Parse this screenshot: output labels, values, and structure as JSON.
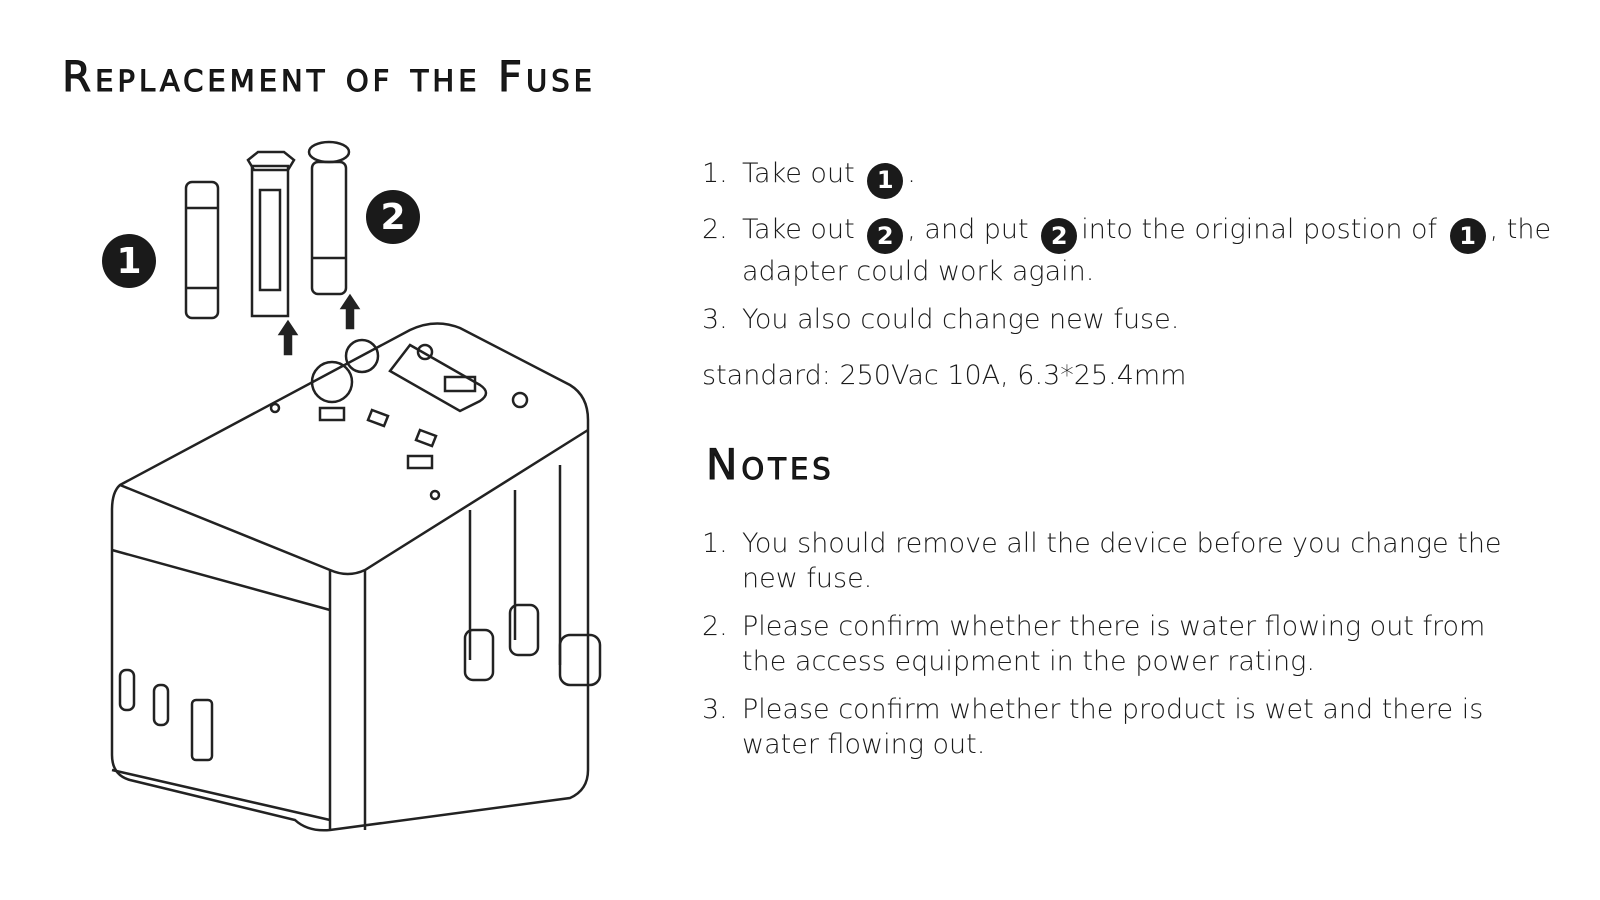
{
  "title": "Replacement of the Fuse",
  "steps": [
    {
      "num": "1.",
      "before": "Take out",
      "badge1": "1",
      "after": "."
    },
    {
      "num": "2.",
      "before": "Take out",
      "badge1": "2",
      "mid": ", and put",
      "badge2": "2",
      "mid2": "into the original postion of",
      "badge3": "1",
      "after": ", the adapter could work again."
    },
    {
      "num": "3.",
      "text": "You also could change new fuse."
    }
  ],
  "standard": "standard: 250Vac 10A, 6.3*25.4mm",
  "notes_title": "Notes",
  "notes": [
    {
      "num": "1.",
      "text": "You should remove all the device before you change the new fuse."
    },
    {
      "num": "2.",
      "text": "Please confirm whether there is water flowing out from the access equipment in the power rating."
    },
    {
      "num": "3.",
      "text": "Please confirm whether the product is wet and there is water flowing out."
    }
  ],
  "figure": {
    "badge_1": "1",
    "badge_2": "2"
  }
}
